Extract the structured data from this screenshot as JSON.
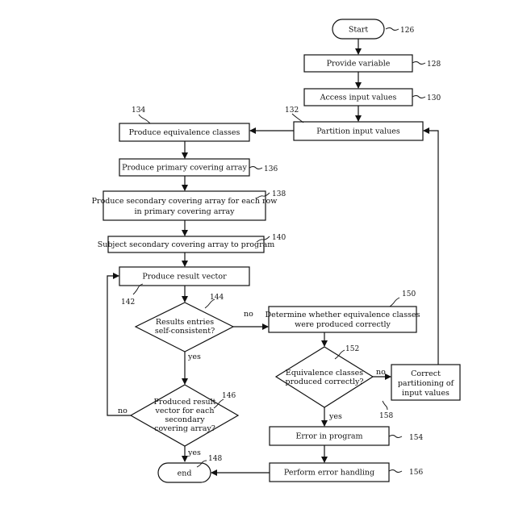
{
  "nodes": {
    "start": "Start",
    "provide_variable": "Provide variable",
    "access_input": "Access input values",
    "partition_input": "Partition input values",
    "produce_equiv": "Produce equivalence classes",
    "produce_primary": "Produce primary covering array",
    "produce_secondary_1": "Produce secondary covering array for each row",
    "produce_secondary_2": "in primary covering array",
    "subject_secondary": "Subject secondary covering array to program",
    "produce_result": "Produce result vector",
    "results_consistent_1": "Results entries",
    "results_consistent_2": "self-consistent?",
    "determine_equiv_1": "Determine whether equivalence classes",
    "determine_equiv_2": "were produced correctly",
    "equiv_correct_1": "Equivalence classes",
    "equiv_correct_2": "produced correctly?",
    "correct_partition_1": "Correct",
    "correct_partition_2": "partitioning of",
    "correct_partition_3": "input values",
    "produced_result_1": "Produced result",
    "produced_result_2": "vector for each",
    "produced_result_3": "secondary",
    "produced_result_4": "covering array?",
    "error_program": "Error in program",
    "error_handling": "Perform error handling",
    "end": "end"
  },
  "refs": {
    "r126": "126",
    "r128": "128",
    "r130": "130",
    "r132": "132",
    "r134": "134",
    "r136": "136",
    "r138": "138",
    "r140": "140",
    "r142": "142",
    "r144": "144",
    "r146": "146",
    "r148": "148",
    "r150": "150",
    "r152": "152",
    "r154": "154",
    "r156": "156",
    "r158": "158"
  },
  "edge_labels": {
    "no_144": "no",
    "yes_144": "yes",
    "no_152": "no",
    "yes_152": "yes",
    "no_146": "no",
    "yes_146": "yes"
  }
}
